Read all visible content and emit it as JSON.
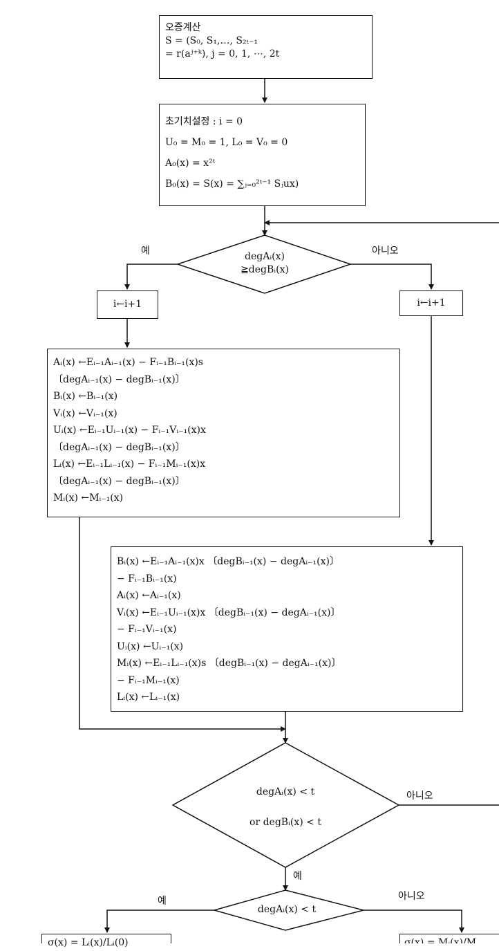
{
  "syndrome_box": {
    "lines": [
      "오증계산",
      "S = (S₀, S₁,…, S₂ₜ₋₁",
      "= r(aʲ⁺ᵏ), j = 0, 1, ⋯, 2t"
    ]
  },
  "init_box": {
    "lines": [
      "초기치설정 :  i = 0",
      "U₀ = M₀ = 1,  L₀ = V₀ = 0",
      "A₀(x) = x²ᵗ",
      "B₀(x) = S(x) = ∑ⱼ₌₀²ᵗ⁻¹ Sⱼux)"
    ]
  },
  "decision1": {
    "lines": [
      "degAᵢ(x)",
      "≧degBᵢ(x)"
    ],
    "yes_label": "예",
    "no_label": "아니오"
  },
  "increment_left": {
    "text": "i←i+1"
  },
  "increment_right": {
    "text": "i←i+1"
  },
  "update_left_box": {
    "lines": [
      "Aᵢ(x) ←Eᵢ₋₁Aᵢ₋₁(x) − Fᵢ₋₁Bᵢ₋₁(x)s",
      "〔degAᵢ₋₁(x) − degBᵢ₋₁(x)〕",
      "Bᵢ(x) ←Bᵢ₋₁(x)",
      "Vᵢ(x) ←Vᵢ₋₁(x)",
      "Uᵢ(x) ←Eᵢ₋₁Uᵢ₋₁(x) − Fᵢ₋₁Vᵢ₋₁(x)x",
      "〔degAᵢ₋₁(x) − degBᵢ₋₁(x)〕",
      "Lᵢ(x) ←Eᵢ₋₁Lᵢ₋₁(x) − Fᵢ₋₁Mᵢ₋₁(x)x",
      "〔degAᵢ₋₁(x) − degBᵢ₋₁(x)〕",
      "Mᵢ(x) ←Mᵢ₋₁(x)"
    ]
  },
  "update_right_box": {
    "lines": [
      "Bᵢ(x) ←Eᵢ₋₁Aᵢ₋₁(x)x 〔degBᵢ₋₁(x) − degAᵢ₋₁(x)〕",
      "− Fᵢ₋₁Bᵢ₋₁(x)",
      "Aᵢ(x) ←Aᵢ₋₁(x)",
      "Vᵢ(x) ←Eᵢ₋₁Uᵢ₋₁(x)x 〔degBᵢ₋₁(x) − degAᵢ₋₁(x)〕",
      "− Fᵢ₋₁Vᵢ₋₁(x)",
      "Uᵢ(x) ←Uᵢ₋₁(x)",
      "Mᵢ(x) ←Eᵢ₋₁Lᵢ₋₁(x)s 〔degBᵢ₋₁(x) − degAᵢ₋₁(x)〕",
      "− Fᵢ₋₁Mᵢ₋₁(x)",
      "Lᵢ(x) ←Lᵢ₋₁(x)"
    ]
  },
  "decision2": {
    "lines": [
      "degAᵢ(x) < t",
      "or degBᵢ(x) < t"
    ],
    "yes_label": "예",
    "no_label": "아니오"
  },
  "decision3": {
    "text": "degAᵢ(x) < t",
    "yes_label": "예",
    "no_label": "아니오"
  },
  "result_left": {
    "text": "σ(x) = Lᵢ(x)/Lᵢ(0)"
  },
  "result_right": {
    "text": "σ(x) = Mᵢ(x)/M"
  }
}
